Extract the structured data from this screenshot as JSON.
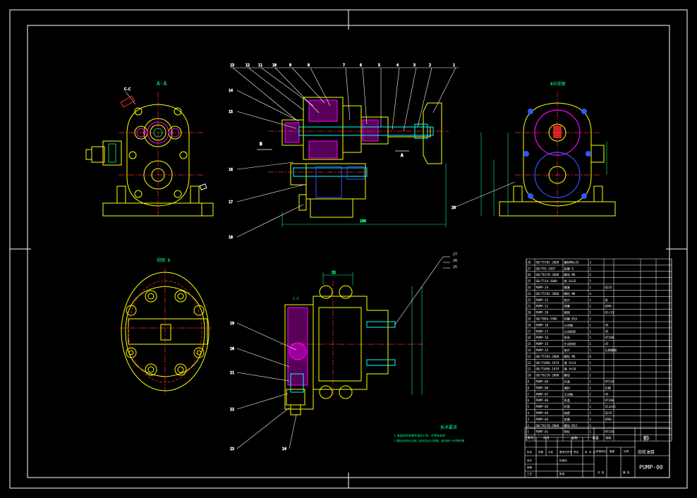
{
  "drawing": {
    "section_title_aa": "A-A",
    "view_title_top_right": "Φ向视图",
    "view_title_bottom_left": "视图 B",
    "view_title_bottom_center": "C-C",
    "note_title": "技术要求",
    "note_lines": [
      "1.装配前所有零件清洗干净，不得有毛刺",
      "2.装配后用手转动主动轴，应转动灵活无卡滞现象，油泵运转0.5h不得有渗漏"
    ],
    "section_mark_b": "B",
    "section_mark_a": "A",
    "dimension_overall_length": "268",
    "dimension_25": "25",
    "top_callouts": [
      "13",
      "12",
      "11",
      "10",
      "9",
      "8",
      "7",
      "6",
      "5",
      "4",
      "3",
      "2",
      "1"
    ],
    "left_callouts": [
      "14",
      "15",
      "16",
      "17",
      "18"
    ],
    "bottom_callouts": [
      "19",
      "20",
      "21",
      "22",
      "23",
      "24"
    ],
    "right_callouts": [
      "27",
      "26",
      "25"
    ],
    "callout_28": "28"
  },
  "bom": {
    "header": [
      "序号",
      "代号",
      "名称",
      "数量",
      "材料",
      "备注"
    ],
    "rows": [
      [
        "28",
        "GB/T5782-2000",
        "螺栓M6x25",
        "2",
        "",
        ""
      ],
      [
        "27",
        "GB/T93-1987",
        "垫圈 6",
        "2",
        "",
        ""
      ],
      [
        "26",
        "GB/T6170-2000",
        "螺母 M6",
        "2",
        "",
        ""
      ],
      [
        "25",
        "GB/T119-2000",
        "销 6x26",
        "2",
        "",
        ""
      ],
      [
        "24",
        "PUMP-24",
        "螺塞",
        "1",
        "Q235",
        ""
      ],
      [
        "23",
        "GB/T5782-2000",
        "螺栓 M8",
        "4",
        "",
        ""
      ],
      [
        "22",
        "PUMP-22",
        "垫片",
        "1",
        "纸",
        ""
      ],
      [
        "21",
        "PUMP-21",
        "弹簧",
        "1",
        "65Mn",
        ""
      ],
      [
        "20",
        "PUMP-20",
        "钢球",
        "1",
        "GCr15",
        ""
      ],
      [
        "19",
        "GB/T894-1986",
        "挡圈 B16",
        "1",
        "",
        ""
      ],
      [
        "18",
        "PUMP-18",
        "从动轴",
        "1",
        "45",
        ""
      ],
      [
        "17",
        "PUMP-17",
        "从动齿轮",
        "1",
        "45",
        ""
      ],
      [
        "16",
        "PUMP-16",
        "泵体",
        "1",
        "HT200",
        ""
      ],
      [
        "15",
        "PUMP-15",
        "主动齿轮",
        "1",
        "45",
        ""
      ],
      [
        "14",
        "PUMP-14",
        "垫片",
        "1",
        "石棉橡胶",
        ""
      ],
      [
        "13",
        "GB/T5783-2000",
        "螺栓 M6",
        "6",
        "",
        ""
      ],
      [
        "12",
        "GB/T1096-1979",
        "键 5x14",
        "1",
        "",
        ""
      ],
      [
        "11",
        "GB/T1096-1979",
        "键 4x10",
        "1",
        "",
        ""
      ],
      [
        "10",
        "GB/T6170-2000",
        "螺母",
        "1",
        "",
        ""
      ],
      [
        "9",
        "PUMP-09",
        "压盖",
        "1",
        "HT150",
        ""
      ],
      [
        "8",
        "PUMP-08",
        "填料",
        "1",
        "石棉",
        ""
      ],
      [
        "7",
        "PUMP-07",
        "主动轴",
        "1",
        "45",
        ""
      ],
      [
        "6",
        "PUMP-06",
        "泵盖",
        "1",
        "HT200",
        ""
      ],
      [
        "5",
        "PUMP-05",
        "衬套",
        "1",
        "ZCuSn5",
        ""
      ],
      [
        "4",
        "PUMP-04",
        "轴套",
        "1",
        "Q235",
        ""
      ],
      [
        "3",
        "PUMP-03",
        "垫圈",
        "1",
        "65Mn",
        ""
      ],
      [
        "2",
        "GB/T6170-2000",
        "螺母 M12",
        "1",
        "",
        ""
      ],
      [
        "1",
        "PUMP-01",
        "带轮",
        "1",
        "HT150",
        ""
      ]
    ],
    "header_cells": [
      "序号",
      "代号",
      "名称",
      "数量",
      "材料",
      "单件",
      "总计",
      "备注"
    ]
  },
  "title_block": {
    "title": "齿轮油泵",
    "drawing_number": "PUMP-00",
    "labels": [
      "标记",
      "处数",
      "分区",
      "更改文件号",
      "签名",
      "年.月.日",
      "设计",
      "标准化",
      "审核",
      "工艺",
      "批准",
      "阶段标记",
      "重量",
      "比例",
      "共 张",
      "第 张"
    ]
  },
  "colors": {
    "background": "#000000",
    "frame": "#ffffff",
    "part": "#ffff00",
    "hatch": "#ff00ff",
    "centerline": "#ff2a2a",
    "dimension": "#00ff88",
    "leader": "#ffffff",
    "shaft": "#00ffff",
    "blue": "#3355ff"
  }
}
